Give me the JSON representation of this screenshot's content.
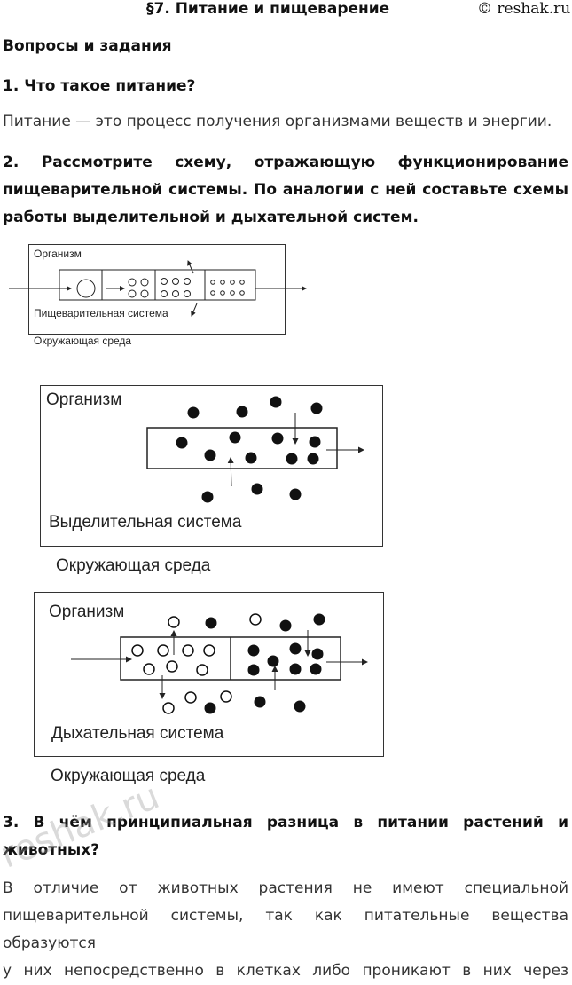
{
  "header": {
    "title": "§7. Питание и пищеварение",
    "site": "© reshak.ru"
  },
  "section_title": "Вопросы и задания",
  "q1": {
    "question": "1. Что такое питание?",
    "answer": "Питание — это процесс получения организмами веществ и энергии."
  },
  "q2": {
    "line1": "2. Рассмотрите схему, отражающую функционирование",
    "line2": "пищеварительной системы. По аналогии с ней составьте схемы",
    "line3": "работы выделительной и дыхательной систем."
  },
  "diagram_digestive": {
    "organism": "Организм",
    "system": "Пищеварительная система",
    "environment": "Окружающая среда"
  },
  "diagram_excretory": {
    "organism": "Организм",
    "system": "Выделительная система",
    "environment": "Окружающая среда"
  },
  "diagram_respiratory": {
    "organism": "Организм",
    "system": "Дыхательная система",
    "environment": "Окружающая среда"
  },
  "q3": {
    "line1": "3. В чём принципиальная разница в питании растений и",
    "line2": "животных?",
    "answer_line1": "В отличие от животных растения не имеют специальной",
    "answer_line2": "пищеварительной системы, так как питательные вещества образуются",
    "answer_line3": "у них непосредственно в клетках либо проникают в них через"
  },
  "watermark": "reshak.ru",
  "colors": {
    "text": "#111111",
    "answer_text": "#333333",
    "ink": "#222222"
  }
}
